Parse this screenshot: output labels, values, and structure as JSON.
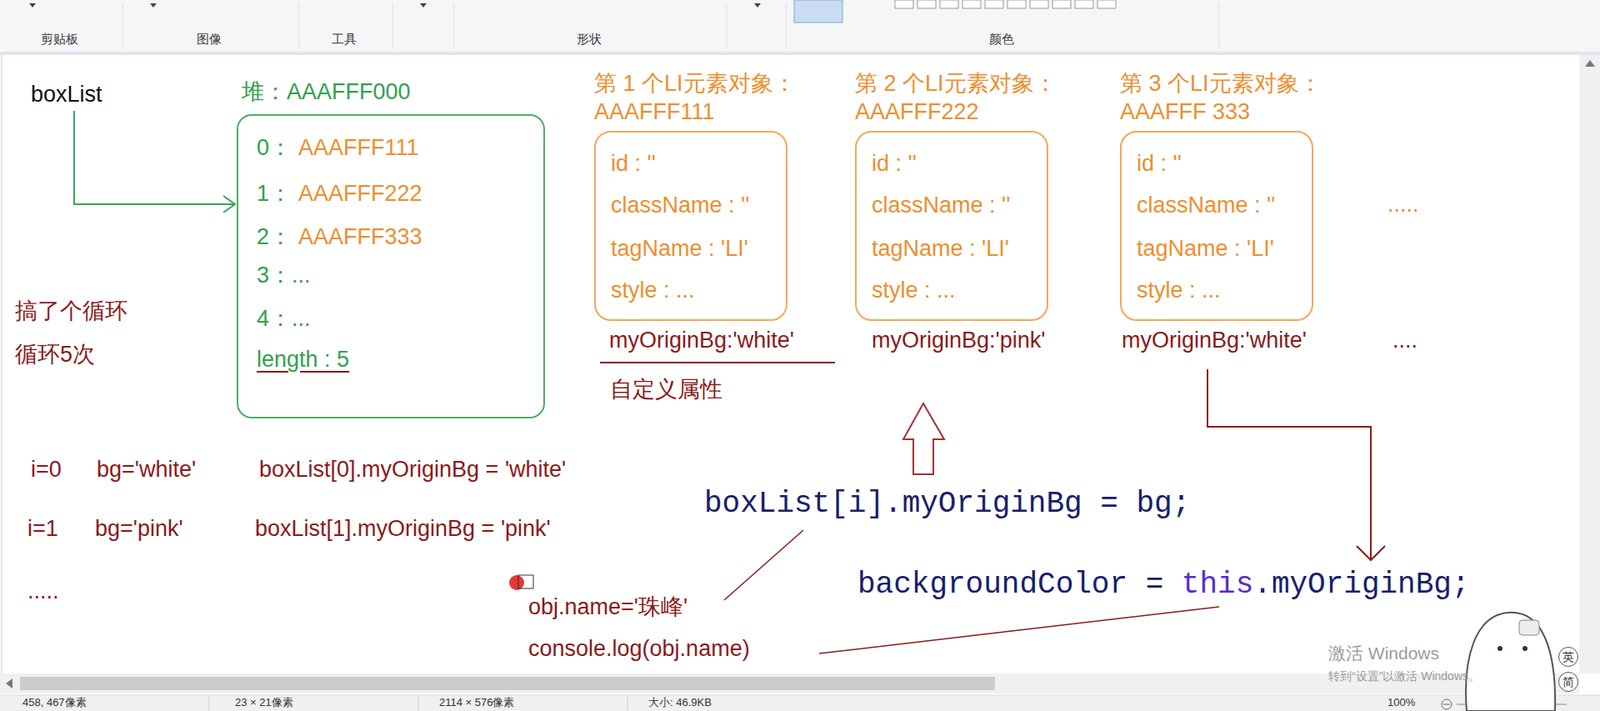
{
  "diagram": {
    "nodes": [
      {
        "text": [
          "堆：AAAFFF000",
          "0：",
          "AAAFFF111",
          "1：",
          "AAAFFF222",
          "2：",
          "AAAFFF333",
          "3：...",
          "4：...",
          "length : 5"
        ]
      },
      {
        "text": [
          "第 1 个LI元素对象：",
          "AAAFFF111",
          "id : ''",
          "className : ''",
          "tagName : 'LI'",
          "style : ..."
        ]
      },
      {
        "text": [
          "第 2 个LI元素对象：",
          "AAAFFF222",
          "id : ''",
          "className : ''",
          "tagName : 'LI'",
          "style : ..."
        ]
      },
      {
        "text": [
          "第 3 个LI元素对象：",
          "AAAFFF 333",
          "id : ''",
          "className : ''",
          "tagName : 'LI'",
          "style : ..."
        ]
      },
      {
        "text": [
          "英"
        ]
      },
      {
        "text": [
          "简"
        ]
      }
    ],
    "labels": [
      "剪贴板",
      "图像",
      "工具",
      "形状",
      "颜色",
      "boxList",
      "搞了个循环",
      "循环5次",
      "myOriginBg:'white'",
      "自定义属性",
      "myOriginBg:'pink'",
      "myOriginBg:'white'",
      ".....",
      "....",
      "i=0",
      "bg='white'",
      "boxList[0].myOriginBg = 'white'",
      "i=1",
      "bg='pink'",
      "boxList[1].myOriginBg = 'pink'",
      ".....",
      "boxList[i].myOriginBg = bg;",
      "backgroundColor =",
      "this",
      ".myOriginBg;",
      "obj.name='珠峰'",
      "console.log(obj.name)",
      "激活 Windows",
      "转到“设置”以激活 Windows。",
      "458, 467像素",
      "23 × 21像素",
      "2114 × 576像素",
      "大小: 46.9KB",
      "100%"
    ]
  }
}
